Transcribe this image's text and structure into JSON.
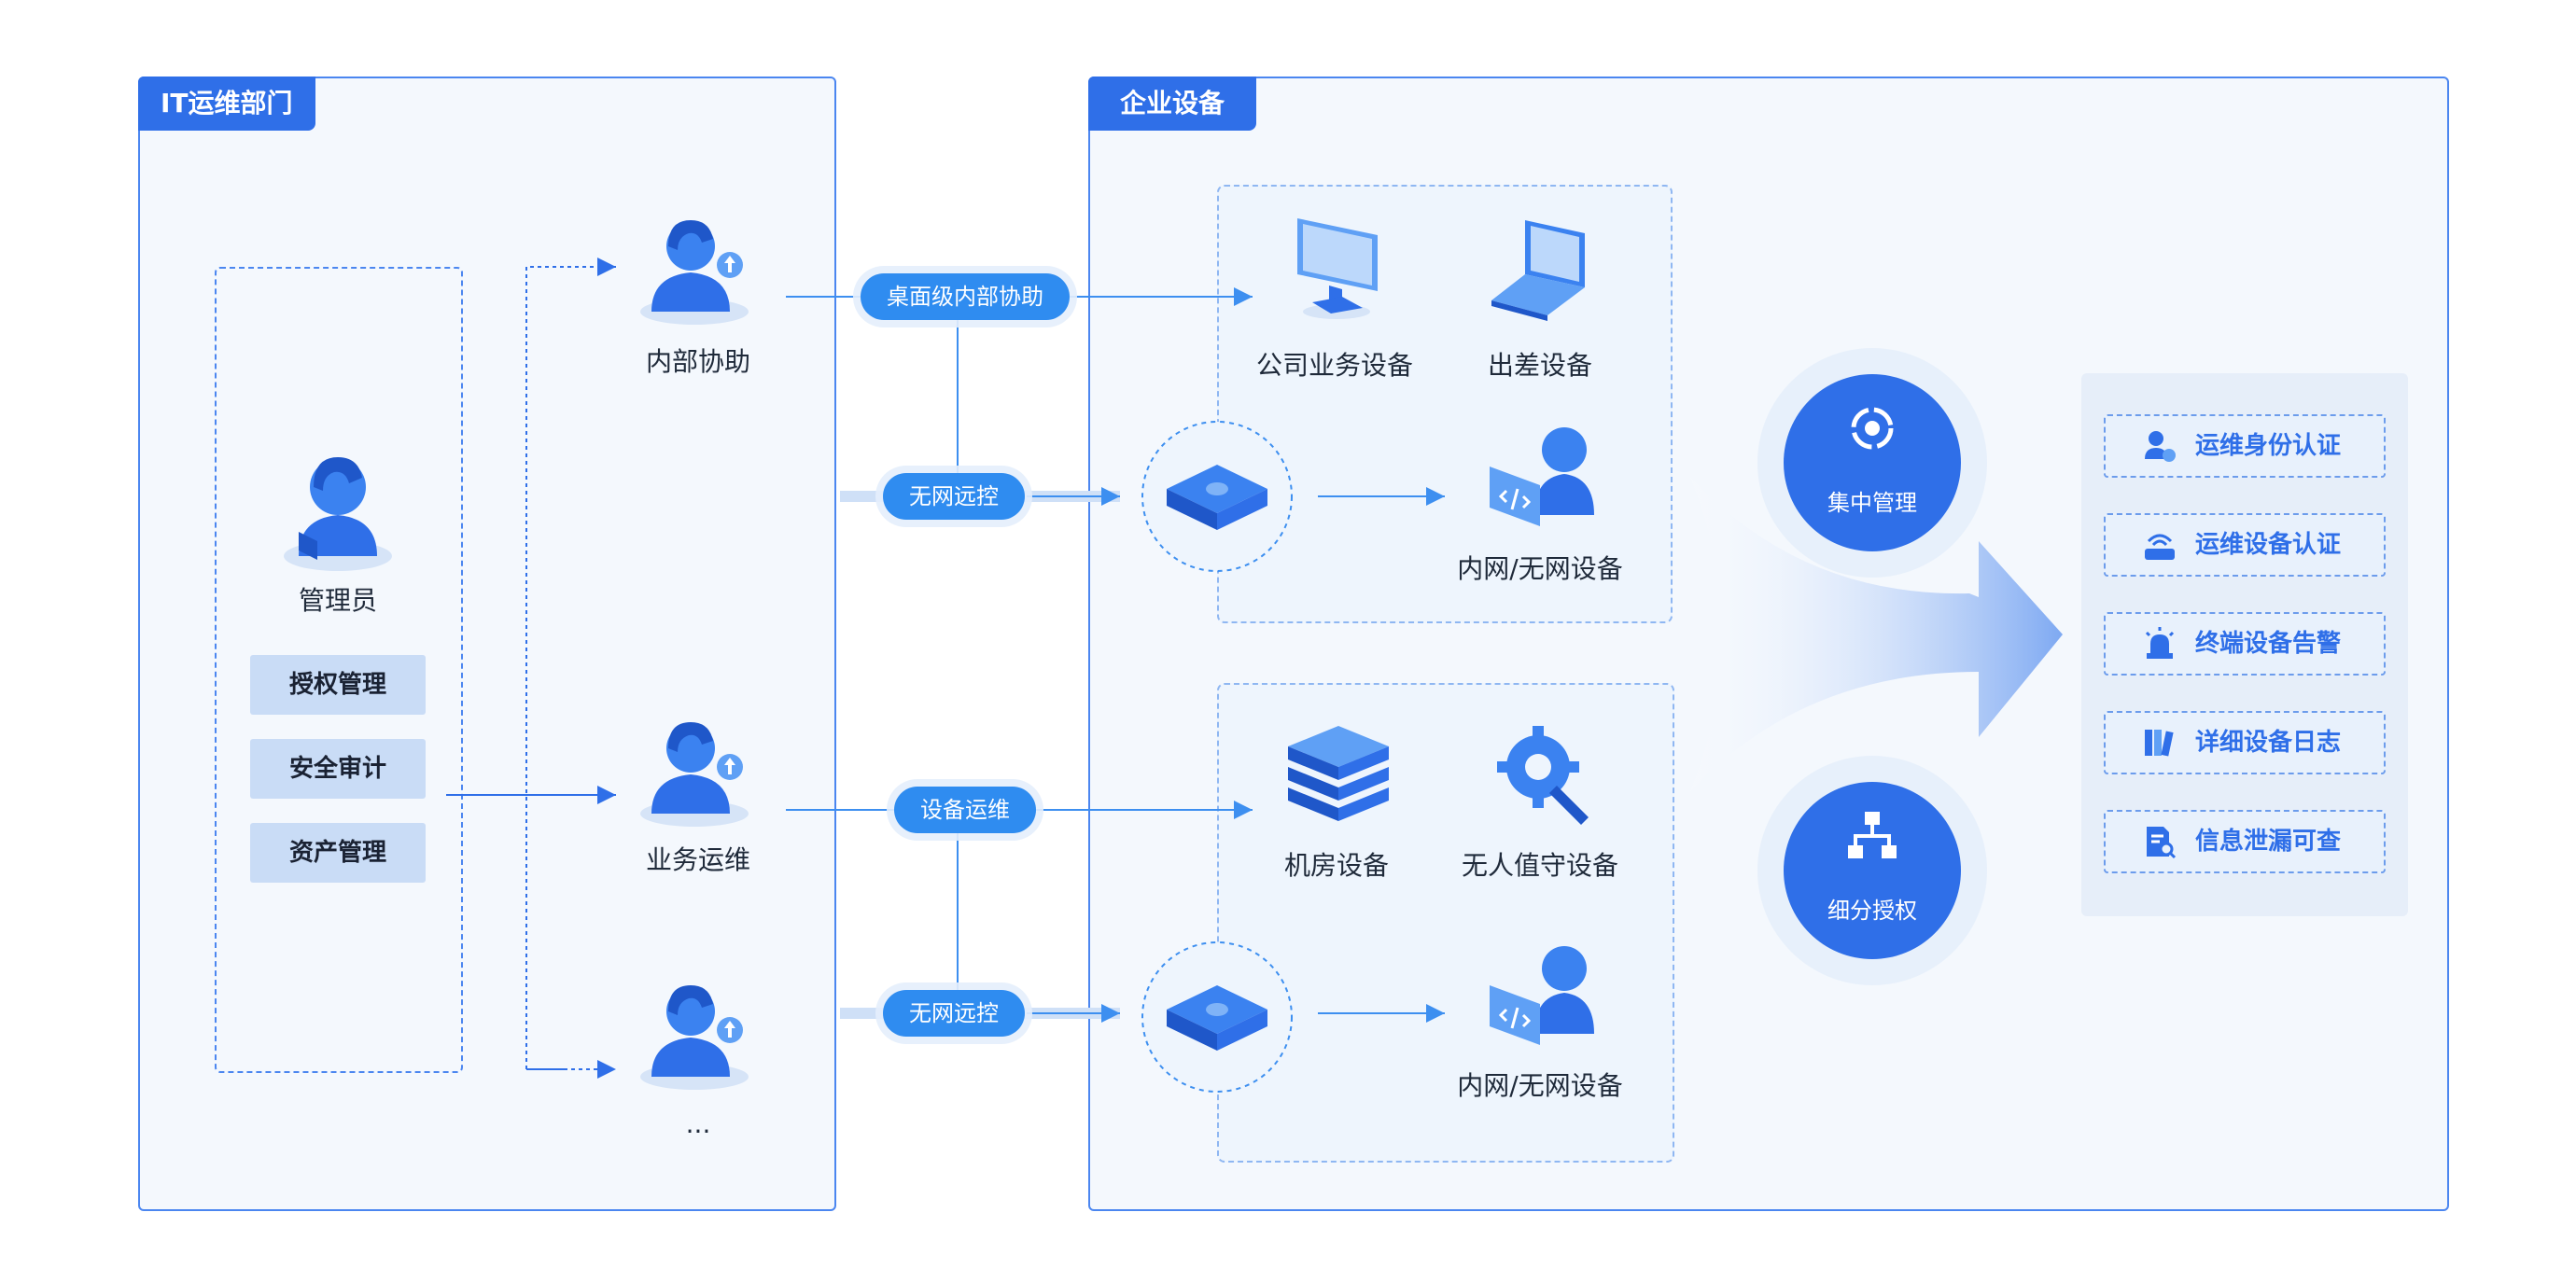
{
  "left_panel": {
    "title": "IT运维部门",
    "admin_label": "管理员",
    "functions": [
      "授权管理",
      "安全审计",
      "资产管理"
    ],
    "roles": [
      "内部协助",
      "业务运维",
      "..."
    ]
  },
  "right_panel": {
    "title": "企业设备",
    "connections": {
      "top_main": "桌面级内部协助",
      "top_offline": "无网远控",
      "bottom_main": "设备运维",
      "bottom_offline": "无网远控"
    },
    "devices_top": {
      "office": "公司业务设备",
      "travel": "出差设备",
      "intranet": "内网/无网设备"
    },
    "devices_bottom": {
      "server_room": "机房设备",
      "unattended": "无人值守设备",
      "intranet": "内网/无网设备"
    },
    "hubs": [
      "集中管理",
      "细分授权"
    ],
    "features": [
      {
        "label": "运维身份认证",
        "icon": "user-check-icon"
      },
      {
        "label": "运维设备认证",
        "icon": "router-icon"
      },
      {
        "label": "终端设备告警",
        "icon": "alarm-icon"
      },
      {
        "label": "详细设备日志",
        "icon": "log-books-icon"
      },
      {
        "label": "信息泄漏可查",
        "icon": "document-search-icon"
      }
    ]
  },
  "colors": {
    "primary": "#2f6fe8",
    "pill": "#2f8cf0",
    "panel_bg": "#f4f8fd",
    "border": "#4b86f0"
  }
}
